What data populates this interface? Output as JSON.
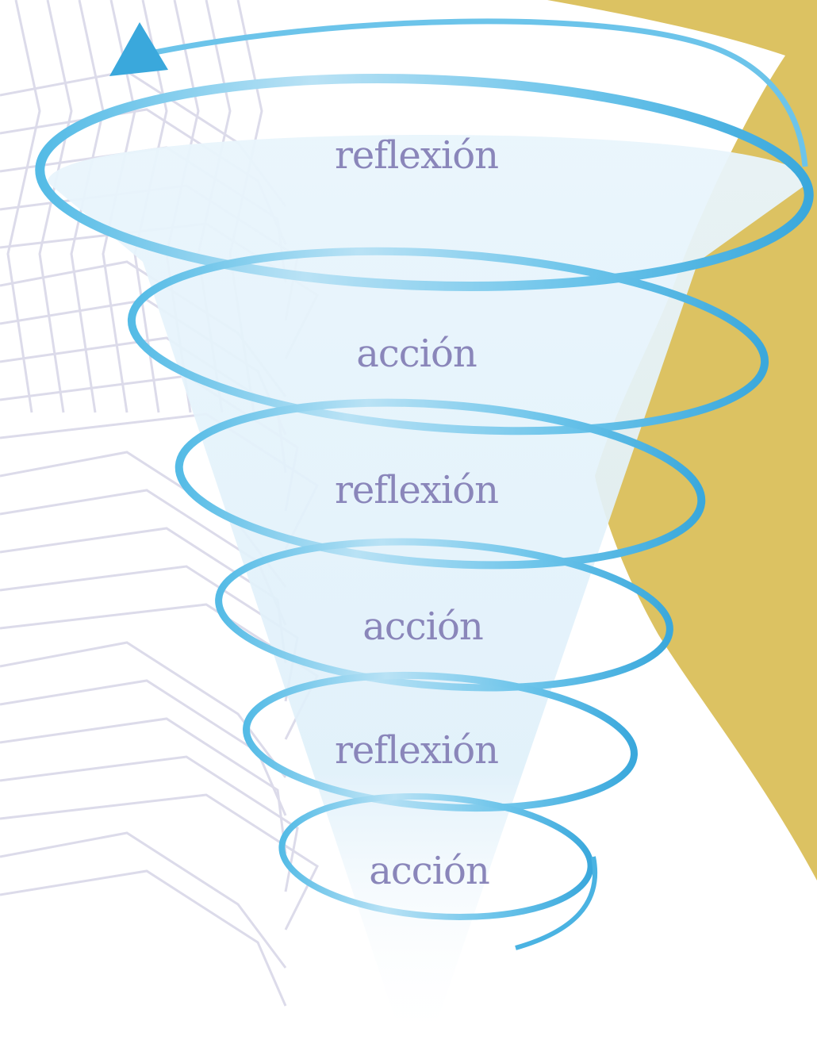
{
  "diagram": {
    "labels": [
      "reflexión",
      "acción",
      "reflexión",
      "acción",
      "reflexión",
      "acción"
    ]
  },
  "colors": {
    "background": "#ffffff",
    "gold_shape": "#dcc262",
    "grid_lines": "#dcdbea",
    "spiral": "#4ab3e2",
    "spiral_light": "#a9dcf2",
    "funnel": "#e2f1fb",
    "label_text": "#8a86ba"
  }
}
